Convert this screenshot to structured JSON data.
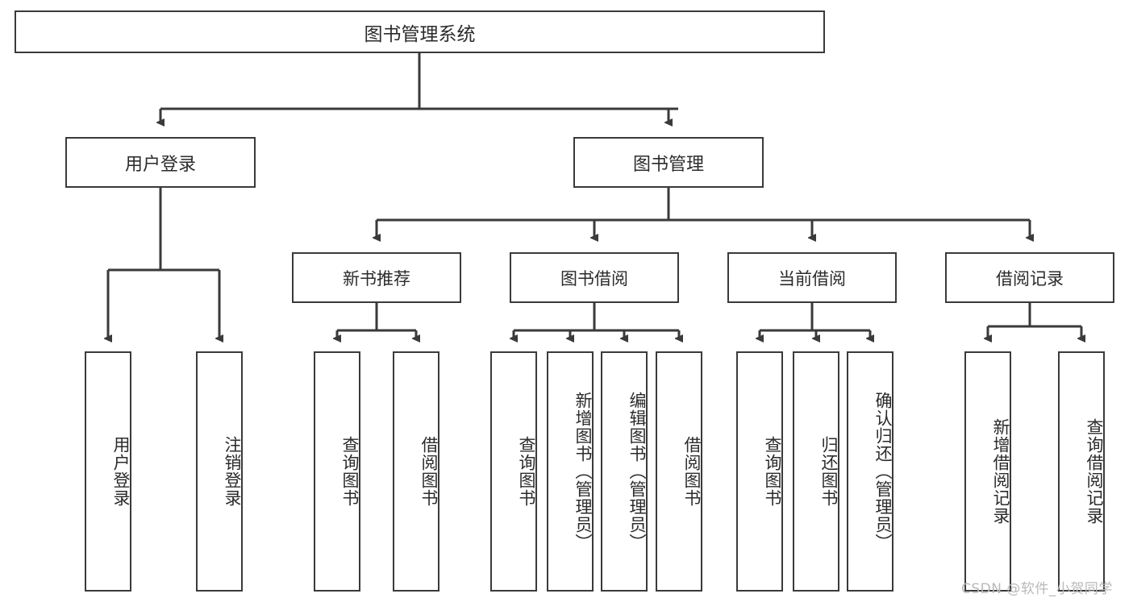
{
  "diagram": {
    "title": "图书管理系统",
    "watermark": "CSDN @软件_小贺同学",
    "line_color": "#3a3a3a",
    "box_border_color": "#3a3a3a",
    "box_fill": "#ffffff",
    "text_color": "#2b2b2b"
  },
  "nodes": {
    "root": {
      "label": "图书管理系统"
    },
    "tier2": [
      {
        "label": "用户登录"
      },
      {
        "label": "图书管理"
      }
    ],
    "tier3": [
      {
        "label": "新书推荐"
      },
      {
        "label": "图书借阅"
      },
      {
        "label": "当前借阅"
      },
      {
        "label": "借阅记录"
      }
    ],
    "leaves": {
      "user_login": [
        {
          "label": "用户登录"
        },
        {
          "label": "注销登录"
        }
      ],
      "new_book": [
        {
          "label": "查询图书"
        },
        {
          "label": "借阅图书"
        }
      ],
      "book_borrow": [
        {
          "label": "查询图书"
        },
        {
          "label": "新增图书（管理员）"
        },
        {
          "label": "编辑图书（管理员）"
        },
        {
          "label": "借阅图书"
        }
      ],
      "current_borrow": [
        {
          "label": "查询图书"
        },
        {
          "label": "归还图书"
        },
        {
          "label": "确认归还（管理员）"
        }
      ],
      "borrow_record": [
        {
          "label": "新增借阅记录"
        },
        {
          "label": "查询借阅记录"
        }
      ]
    }
  }
}
